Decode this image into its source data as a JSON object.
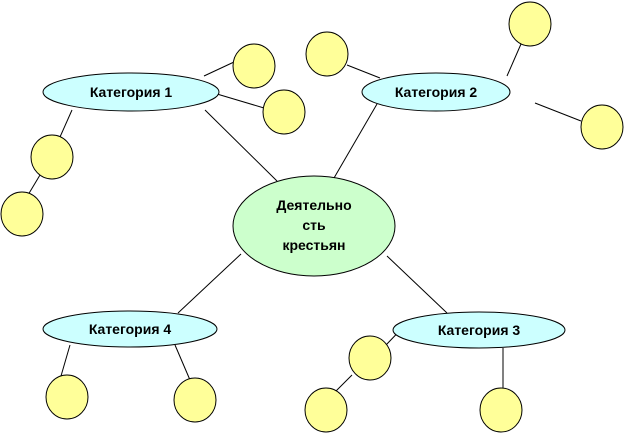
{
  "center": {
    "lines": [
      "Деятельно",
      "сть",
      "крестьян"
    ],
    "fill": "#ccffcc"
  },
  "categories": [
    {
      "label": "Категория 1"
    },
    {
      "label": "Категория 2"
    },
    {
      "label": "Категория 3"
    },
    {
      "label": "Категория 4"
    }
  ],
  "colors": {
    "category_fill": "#ccffff",
    "leaf_fill": "#ffff99",
    "stroke": "#000000"
  }
}
